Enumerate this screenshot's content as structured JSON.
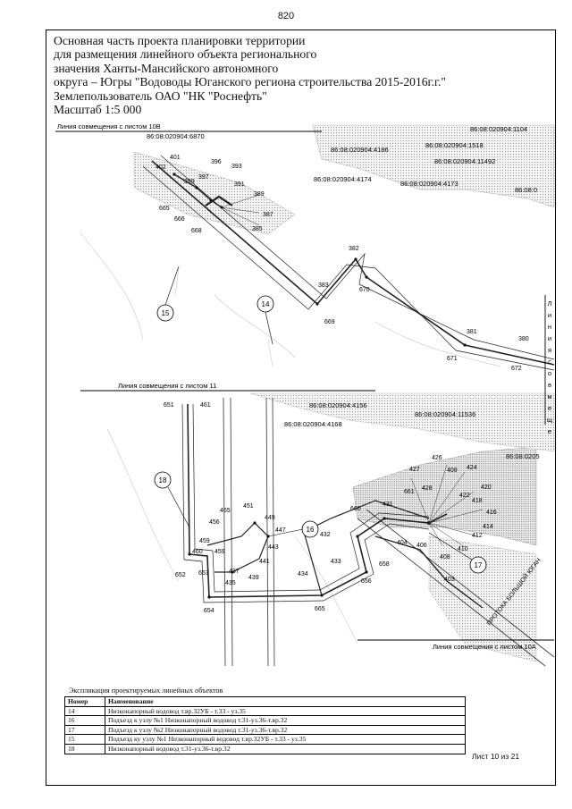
{
  "page_number": "820",
  "title_lines": [
    "Основная часть проекта планировки территории",
    "для размещения линейного объекта регионального",
    "значения Ханты-Мансийского автономного",
    "округа – Югры \"Водоводы Юганского региона строительства 2015-2016г.г.\"",
    "Землепользователь ОАО \"НК \"Роснефть\"",
    "Масштаб 1:5 000"
  ],
  "map": {
    "match_line_top": "Линия совмещения с листом 10В",
    "match_line_middle": "Линия совмещения с листом 11",
    "match_line_bottom": "Линия совмещения с листом 10А",
    "match_line_right_chars": [
      "Л",
      "и",
      "н",
      "и",
      "я",
      "с",
      "о",
      "в",
      "м",
      "е",
      "щ",
      "е"
    ],
    "road_label": "ПРОТОКА БОЛЬШОЙ ЮГАН",
    "cadastral": [
      "86:08:020904:6870",
      "86:08:020904:4186",
      "86:08:020904:1518",
      "86:08:020904:11492",
      "86:08:020904:4174",
      "86:08:020904:4173",
      "86:08:0",
      "86:08:020904:1104",
      "86:08:020904:4156",
      "86:08:020904:4168",
      "86:08:020904:11536",
      "86:08:0205"
    ],
    "objects_circled": [
      "15",
      "14",
      "18",
      "16",
      "17"
    ],
    "points_top": [
      "401",
      "402",
      "399",
      "397",
      "396",
      "393",
      "391",
      "389",
      "387",
      "385",
      "665",
      "666",
      "668",
      "382",
      "383",
      "670",
      "669",
      "381",
      "671",
      "380",
      "672"
    ],
    "points_bottom": [
      "651",
      "461",
      "456",
      "465",
      "451",
      "449",
      "447",
      "443",
      "459",
      "460",
      "459",
      "441",
      "437",
      "439",
      "435",
      "652",
      "653",
      "654",
      "665",
      "434",
      "433",
      "432",
      "431",
      "660",
      "661",
      "404",
      "406",
      "408",
      "410",
      "412",
      "414",
      "416",
      "418",
      "420",
      "422",
      "424",
      "426",
      "427",
      "428",
      "409",
      "658",
      "656",
      "403"
    ]
  },
  "legend": {
    "caption": "Экспликация проектируемых линейных объектов",
    "headers": [
      "Номер",
      "Наименование"
    ],
    "rows": [
      [
        "14",
        "Низконапорный водовод т.вр.32УБ - т.33 - уз.35"
      ],
      [
        "16",
        "Подъезд к узлу №1 Низконапорный водовод т.31-уз.36-т.вр.32"
      ],
      [
        "17",
        "Подъезд к узлу №2 Низконапорный водовод т.31-уз.36-т.вр.32"
      ],
      [
        "15",
        "Подъезд ку узлу №1 Низконапорный водовод т.вр.32УБ - т.33 - уз.35"
      ],
      [
        "18",
        "Низконапорный водовод т.31-уз.36-т.вр.32"
      ]
    ]
  },
  "sheet_label": "Лист 10 из 21"
}
